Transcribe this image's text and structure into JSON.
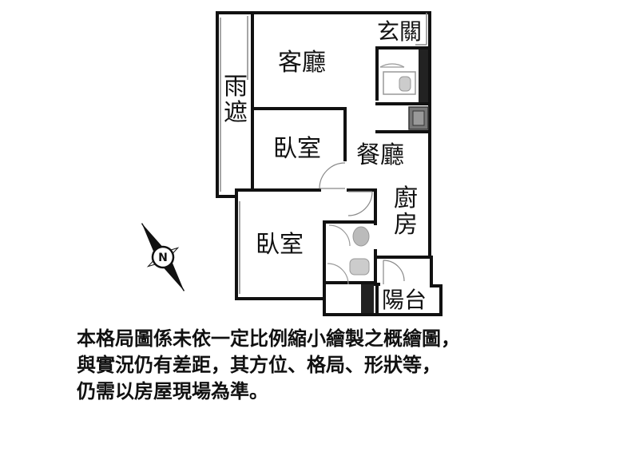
{
  "rooms": {
    "entrance": "玄關",
    "living": "客廳",
    "canopy": "雨遮",
    "bedroom1": "臥室",
    "dining": "餐廳",
    "kitchen": "廚房",
    "bedroom2": "臥室",
    "balcony": "陽台"
  },
  "compass": {
    "north": "N"
  },
  "disclaimer": {
    "line1": "本格局圖係未依一定比例縮小繪製之概繪圖，",
    "line2": "與實況仍有差距，其方位、格局、形狀等，",
    "line3": "仍需以房屋現場為準。"
  }
}
